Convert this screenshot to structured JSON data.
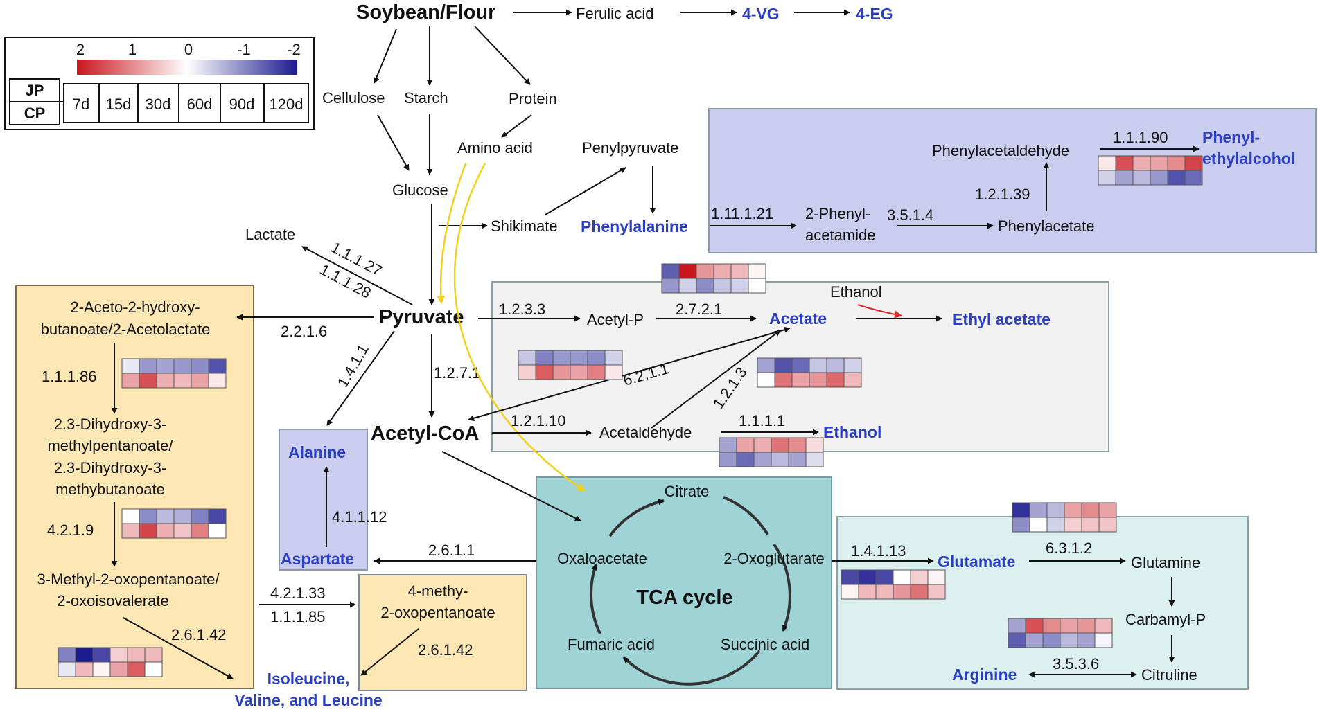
{
  "legend": {
    "scale_ticks": [
      "2",
      "1",
      "0",
      "-1",
      "-2"
    ],
    "rows": [
      "JP",
      "CP"
    ],
    "timepoints": [
      "7d",
      "15d",
      "30d",
      "60d",
      "90d",
      "120d"
    ],
    "low_color": "#c8161d",
    "mid_color": "#ffffff",
    "high_color": "#1b1a8f"
  },
  "top": {
    "source": "Soybean/Flour",
    "ferulic": "Ferulic acid",
    "vg": "4-VG",
    "eg": "4-EG",
    "cellulose": "Cellulose",
    "starch": "Starch",
    "protein": "Protein",
    "amino_acid": "Amino acid",
    "glucose": "Glucose",
    "shikimate": "Shikimate",
    "penylpyruvate": "Penylpyruvate",
    "lactate": "Lactate",
    "pyruvate": "Pyruvate",
    "acetyl_coa": "Acetyl-CoA"
  },
  "phe_box": {
    "phenylalanine": "Phenylalanine",
    "ec1": "1.11.1.21",
    "phenylacetamide_1": "2-Phenyl-",
    "phenylacetamide_2": "acetamide",
    "ec2": "3.5.1.4",
    "phenylacetate": "Phenylacetate",
    "ec3": "1.2.1.39",
    "phenylacetaldehyde": "Phenylacetaldehyde",
    "ec4": "1.1.1.90",
    "product_1": "Phenyl-",
    "product_2": "ethylalcohol"
  },
  "acetate_box": {
    "ec_pta": "1.2.3.3",
    "acetyl_p": "Acetyl-P",
    "ec_ack": "2.7.2.1",
    "acetate": "Acetate",
    "ethanol_in": "Ethanol",
    "ethyl_acetate": "Ethyl acetate",
    "ec_acs": "6.2.1.1",
    "ec_ald": "1.2.1.3",
    "ec_acdh": "1.2.1.10",
    "acetaldehyde": "Acetaldehyde",
    "ec_adh": "1.1.1.1",
    "ethanol": "Ethanol"
  },
  "central": {
    "ec_ldh_1": "1.1.1.27",
    "ec_ldh_2": "1.1.1.28",
    "ec_als": "2.2.1.6",
    "ec_pdh": "1.2.7.1",
    "ec_alt": "1.4.1.1",
    "alanine": "Alanine",
    "aspartate": "Aspartate",
    "ec_asp": "4.1.1.12",
    "ec_got": "2.6.1.1"
  },
  "bcaa_box": {
    "m1_1": "2-Aceto-2-hydroxy-",
    "m1_2": "butanoate/2-Acetolactate",
    "ec1": "1.1.1.86",
    "m2_1": "2.3-Dihydroxy-3-",
    "m2_2": "methylpentanoate/",
    "m2_3": "2.3-Dihydroxy-3-",
    "m2_4": "methybutanoate",
    "ec2": "4.2.1.9",
    "m3_1": "3-Methyl-2-oxopentanoate/",
    "m3_2": "2-oxoisovalerate",
    "ec3": "2.6.1.42",
    "ec4a": "4.2.1.33",
    "ec4b": "1.1.1.85",
    "m4_1": "4-methy-",
    "m4_2": "2-oxopentanoate",
    "ec5": "2.6.1.42",
    "product_1": "Isoleucine,",
    "product_2": "Valine, and Leucine"
  },
  "tca": {
    "title": "TCA cycle",
    "citrate": "Citrate",
    "oxoglutarate": "2-Oxoglutarate",
    "succinic": "Succinic acid",
    "fumaric": "Fumaric acid",
    "oxaloacetate": "Oxaloacetate"
  },
  "glu_box": {
    "ec1": "1.4.1.13",
    "glutamate": "Glutamate",
    "ec2": "6.3.1.2",
    "glutamine": "Glutamine",
    "carbamyl": "Carbamyl-P",
    "arginine": "Arginine",
    "ec3": "3.5.3.6",
    "citruline": "Citruline"
  },
  "heatmaps": [
    {
      "id": "phenylethanol",
      "jp": [
        0.2,
        1.5,
        0.7,
        0.8,
        1.0,
        1.6
      ],
      "cp": [
        -0.4,
        -0.8,
        -0.6,
        -0.9,
        -1.5,
        -1.3
      ]
    },
    {
      "id": "acetyl-p",
      "jp": [
        -1.4,
        2.0,
        0.9,
        0.7,
        0.6,
        0.1
      ],
      "cp": [
        -0.9,
        -0.4,
        -1.0,
        -0.5,
        -0.4,
        0.0
      ]
    },
    {
      "id": "acetyl-coa-synthase",
      "jp": [
        -0.5,
        -1.1,
        -0.9,
        -0.9,
        -1.0,
        -0.4
      ],
      "cp": [
        0.4,
        1.4,
        0.9,
        0.8,
        1.1,
        0.2
      ]
    },
    {
      "id": "aldehyde-dehydrogenase",
      "jp": [
        -0.8,
        -1.5,
        -1.3,
        -0.5,
        -0.6,
        -0.4
      ],
      "cp": [
        0.0,
        1.2,
        0.8,
        0.9,
        1.3,
        0.6
      ]
    },
    {
      "id": "alcohol-dehydrogenase",
      "jp": [
        -0.8,
        0.8,
        0.7,
        1.2,
        1.0,
        0.3
      ],
      "cp": [
        -0.9,
        -1.3,
        -0.8,
        -0.6,
        -0.8,
        -0.3
      ]
    },
    {
      "id": "acetolactate",
      "jp": [
        -0.2,
        -0.9,
        -0.8,
        -0.9,
        -1.0,
        -1.5
      ],
      "cp": [
        0.8,
        1.5,
        0.7,
        0.6,
        0.8,
        0.2
      ]
    },
    {
      "id": "dihydroxy-acid-dehydratase",
      "jp": [
        0.0,
        -1.0,
        -0.6,
        -0.7,
        -1.1,
        -1.6
      ],
      "cp": [
        0.6,
        1.6,
        0.7,
        0.5,
        1.1,
        0.0
      ]
    },
    {
      "id": "bcaa-transaminase",
      "jp": [
        -1.1,
        -2.0,
        -1.6,
        0.4,
        0.6,
        0.6
      ],
      "cp": [
        -0.2,
        0.6,
        0.1,
        0.8,
        1.4,
        0.0
      ]
    },
    {
      "id": "glutamate-dehydrogenase",
      "jp": [
        -1.6,
        -1.8,
        -1.6,
        0.0,
        0.4,
        0.1
      ],
      "cp": [
        0.1,
        0.6,
        0.6,
        0.9,
        1.2,
        0.5
      ]
    },
    {
      "id": "glutamine-synthetase",
      "jp": [
        -1.8,
        -0.8,
        -0.6,
        0.8,
        1.0,
        0.8
      ],
      "cp": [
        -1.0,
        0.0,
        -0.4,
        0.4,
        0.5,
        0.5
      ]
    },
    {
      "id": "arginase",
      "jp": [
        -0.8,
        1.5,
        1.0,
        0.8,
        0.9,
        0.6
      ],
      "cp": [
        -1.4,
        -0.8,
        -1.0,
        -0.6,
        -0.8,
        -0.1
      ]
    }
  ]
}
